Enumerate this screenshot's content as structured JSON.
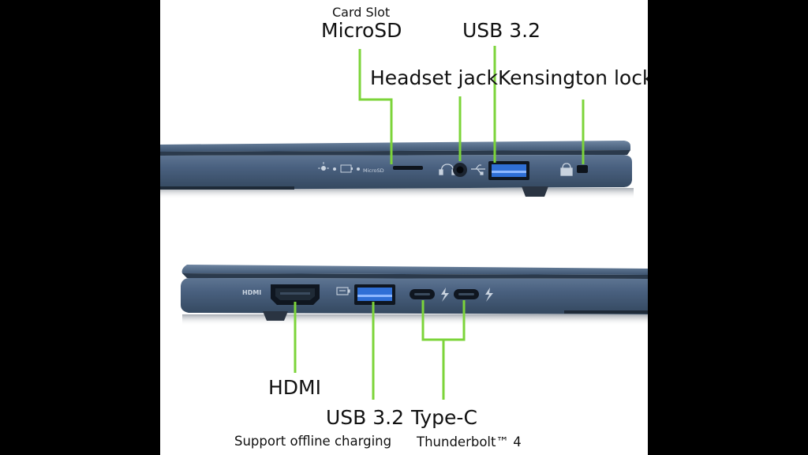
{
  "top_labels": {
    "card_slot_caption": "Card Slot",
    "microsd": "MicroSD",
    "usb_top": "USB 3.2",
    "headset": "Headset jack",
    "kensington": "Kensington lock"
  },
  "top_port_markings": {
    "microsd_marking": "MicroSD"
  },
  "bottom_labels": {
    "hdmi": "HDMI",
    "usb_bottom": "USB 3.2",
    "usb_bottom_note": "Support offline charging",
    "typec": "Type-C",
    "typec_note": "Thunderbolt™ 4"
  },
  "bottom_port_markings": {
    "hdmi_marking": "HDMI"
  },
  "colors": {
    "callout_line": "#7cd43a",
    "laptop_body": "#3f5670",
    "laptop_body_light": "#5b7390",
    "usb_blue": "#2f6fd6",
    "background": "#ffffff",
    "letterbox": "#000000"
  },
  "icons": {
    "camera_light": "camera-light-icon",
    "battery": "battery-charge-icon",
    "headset": "headset-icon",
    "usb": "usb-trident-icon",
    "lock": "padlock-icon",
    "thunderbolt": "thunderbolt-bolt-icon",
    "battery_usb": "battery-usb-icon"
  }
}
